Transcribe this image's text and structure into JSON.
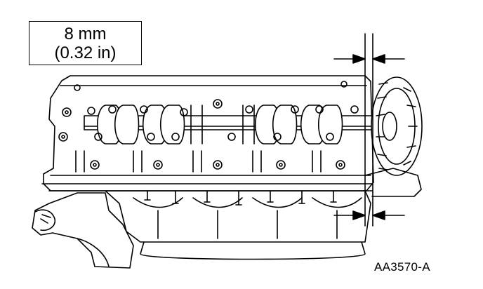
{
  "measurement": {
    "metric": "8 mm",
    "imperial": "(0.32 in)"
  },
  "figure_id": "AA3570-A",
  "colors": {
    "line": "#000000",
    "background": "#ffffff"
  }
}
